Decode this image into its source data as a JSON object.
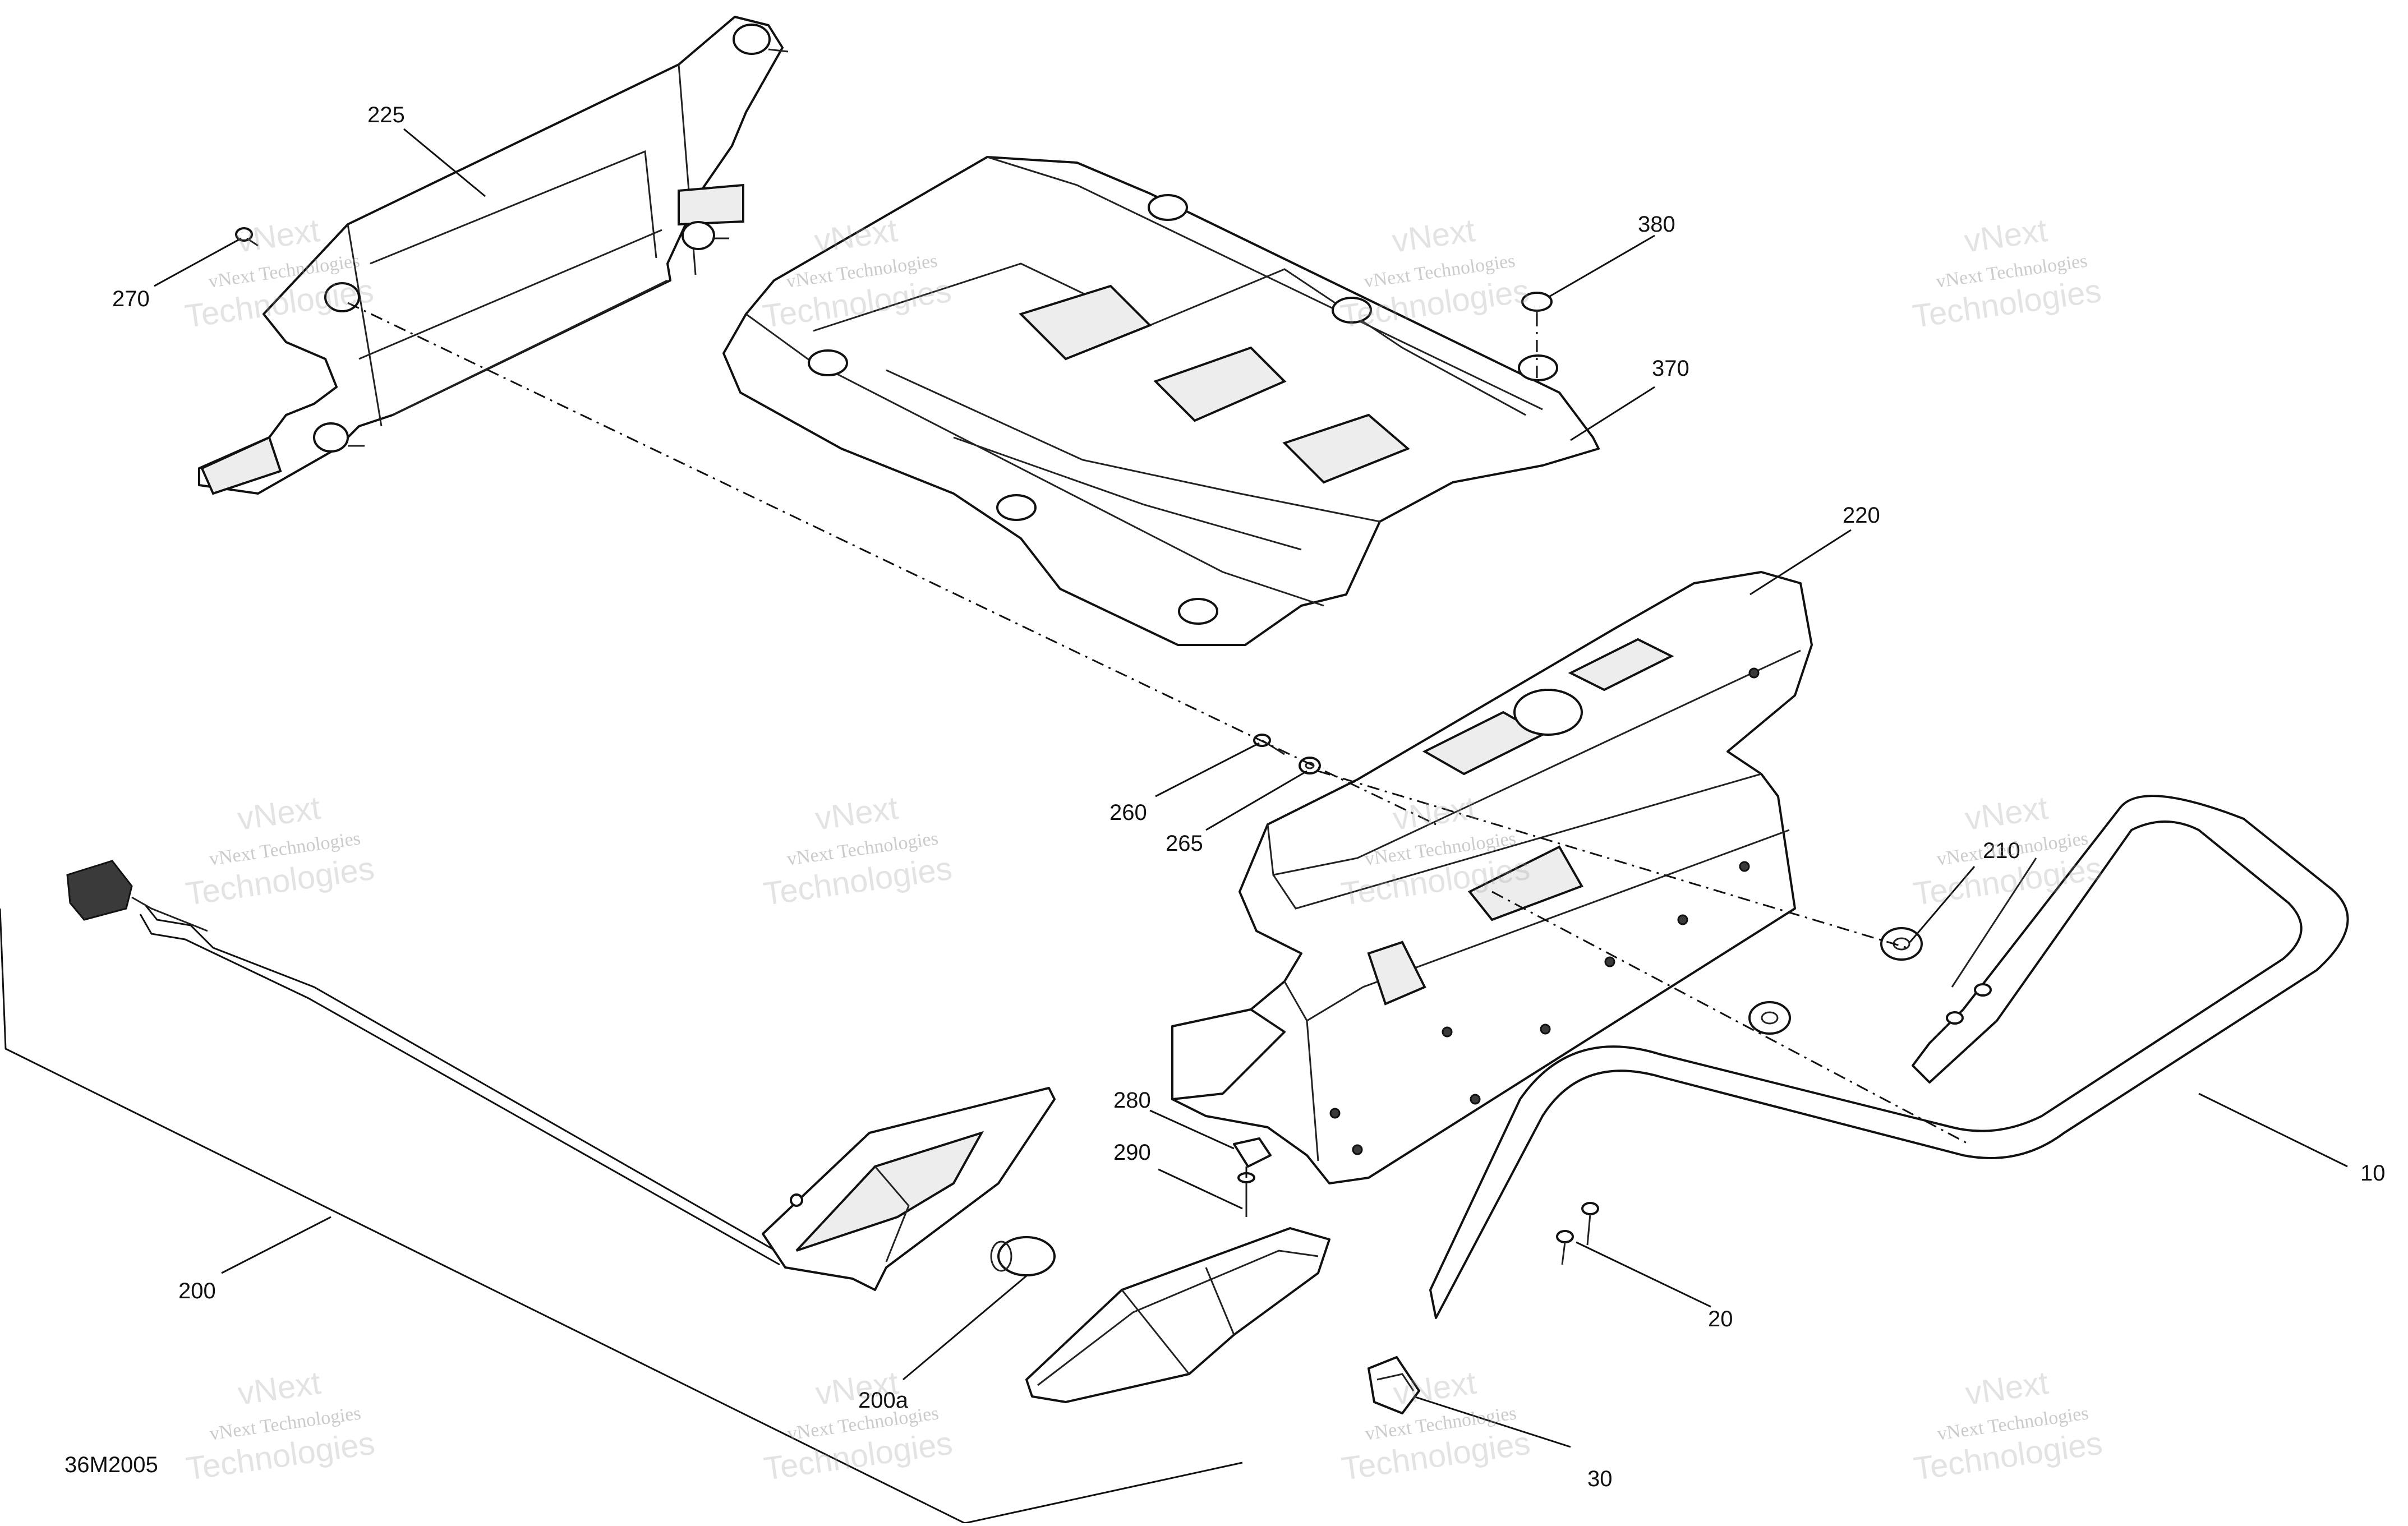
{
  "diagram": {
    "figure_id": "36M2005",
    "watermark": {
      "line1": "vNext Technologies",
      "line2": "Technologies",
      "line3": "vNext"
    },
    "callouts": {
      "c225": "225",
      "c270": "270",
      "c380": "380",
      "c370": "370",
      "c220": "220",
      "c260": "260",
      "c265": "265",
      "c210": "210",
      "c280": "280",
      "c290": "290",
      "c10": "10",
      "c200": "200",
      "c20": "20",
      "c200a": "200a",
      "c30": "30"
    }
  }
}
